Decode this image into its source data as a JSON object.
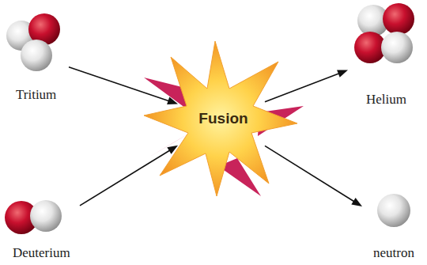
{
  "diagram": {
    "nodes": [
      {
        "text": [
          "Tritium"
        ]
      },
      {
        "text": [
          "Helium"
        ]
      },
      {
        "text": [
          "Fusion"
        ]
      },
      {
        "text": [
          "Deuterium"
        ]
      },
      {
        "text": [
          "neutron"
        ]
      }
    ],
    "edges": [
      {
        "from": 0,
        "to": 2,
        "arrow": "to"
      },
      {
        "from": 3,
        "to": 2,
        "arrow": "to"
      },
      {
        "from": 2,
        "to": 1,
        "arrow": "to"
      },
      {
        "from": 2,
        "to": 4,
        "arrow": "to"
      }
    ]
  }
}
